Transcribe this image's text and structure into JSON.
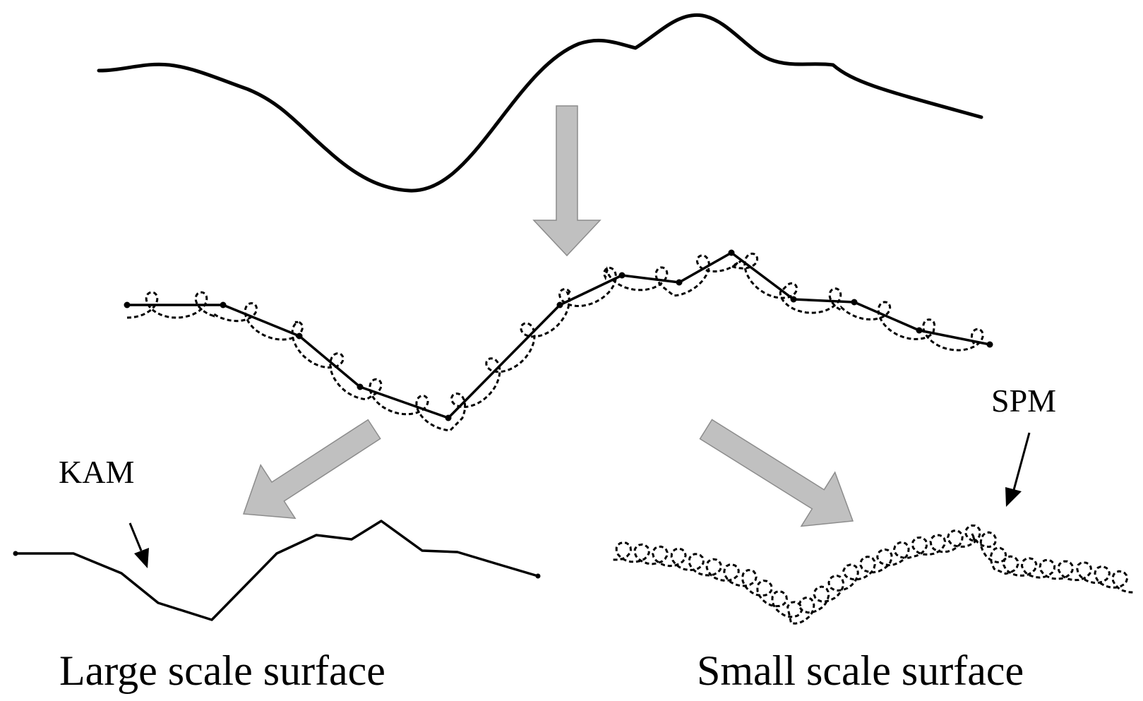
{
  "labels": {
    "kam": "KAM",
    "spm": "SPM",
    "large_scale": "Large scale surface",
    "small_scale": "Small scale surface"
  },
  "colors": {
    "line": "#000000",
    "arrow_fill": "#c0c0c0",
    "arrow_stroke": "#8c8c8c",
    "background": "#ffffff"
  }
}
